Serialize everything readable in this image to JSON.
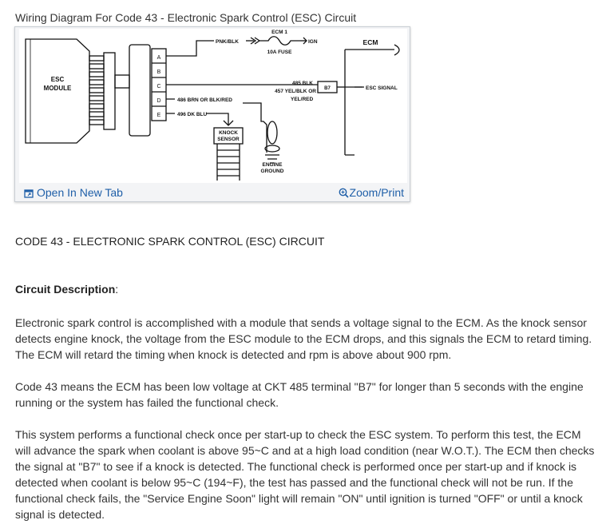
{
  "figure": {
    "title": "Wiring Diagram For Code 43 - Electronic Spark Control (ESC) Circuit",
    "open_new_tab": "Open In New Tab",
    "zoom_print": "Zoom/Print",
    "open_icon": "new-tab-icon",
    "zoom_icon": "magnifier-icon"
  },
  "diagram": {
    "esc_module_line1": "ESC",
    "esc_module_line2": "MODULE",
    "terminals": [
      "A",
      "B",
      "C",
      "D",
      "E"
    ],
    "ecm_label": "ECM",
    "ecm_fuse_top": "ECM 1",
    "fuse_label": "10A FUSE",
    "pnk_blk": "PNK/BLK",
    "ign": "IGN",
    "wire_485": "485 BLK",
    "wire_457_a": "457 YEL/BLK OR",
    "wire_457_b": "YEL/RED",
    "terminal_b7": "B7",
    "esc_signal": "ESC SIGNAL",
    "wire_486": "486 BRN OR BLK/RED",
    "wire_496": "496 DK BLU",
    "knock_sensor_1": "KNOCK",
    "knock_sensor_2": "SENSOR",
    "engine_ground_1": "ENGINE",
    "engine_ground_2": "GROUND"
  },
  "content": {
    "heading": "CODE 43 - ELECTRONIC SPARK CONTROL (ESC) CIRCUIT",
    "subheading": "Circuit Description",
    "subheading_suffix": ":",
    "paragraph1": "Electronic spark control is accomplished with a module that sends a voltage signal to the ECM. As the knock sensor detects engine knock, the voltage from the ESC module to the ECM drops, and this signals the ECM to retard timing. The ECM will retard the timing when knock is detected and rpm is above about 900 rpm.",
    "paragraph2": "Code 43 means the ECM has been low voltage at CKT 485 terminal \"B7\" for longer than 5 seconds with the engine running or the system has failed the functional check.",
    "paragraph3": "This system performs a functional check once per start-up to check the ESC system. To perform this test, the ECM will advance the spark when coolant is above 95~C and at a high load condition (near W.O.T.). The ECM then checks the signal at \"B7\" to see if a knock is detected. The functional check is performed once per start-up and if knock is detected when coolant is below 95~C (194~F), the test has passed and the functional check will not be run. If the functional check fails, the \"Service Engine Soon\" light will remain \"ON\" until ignition is turned \"OFF\" or until a knock signal is detected."
  }
}
